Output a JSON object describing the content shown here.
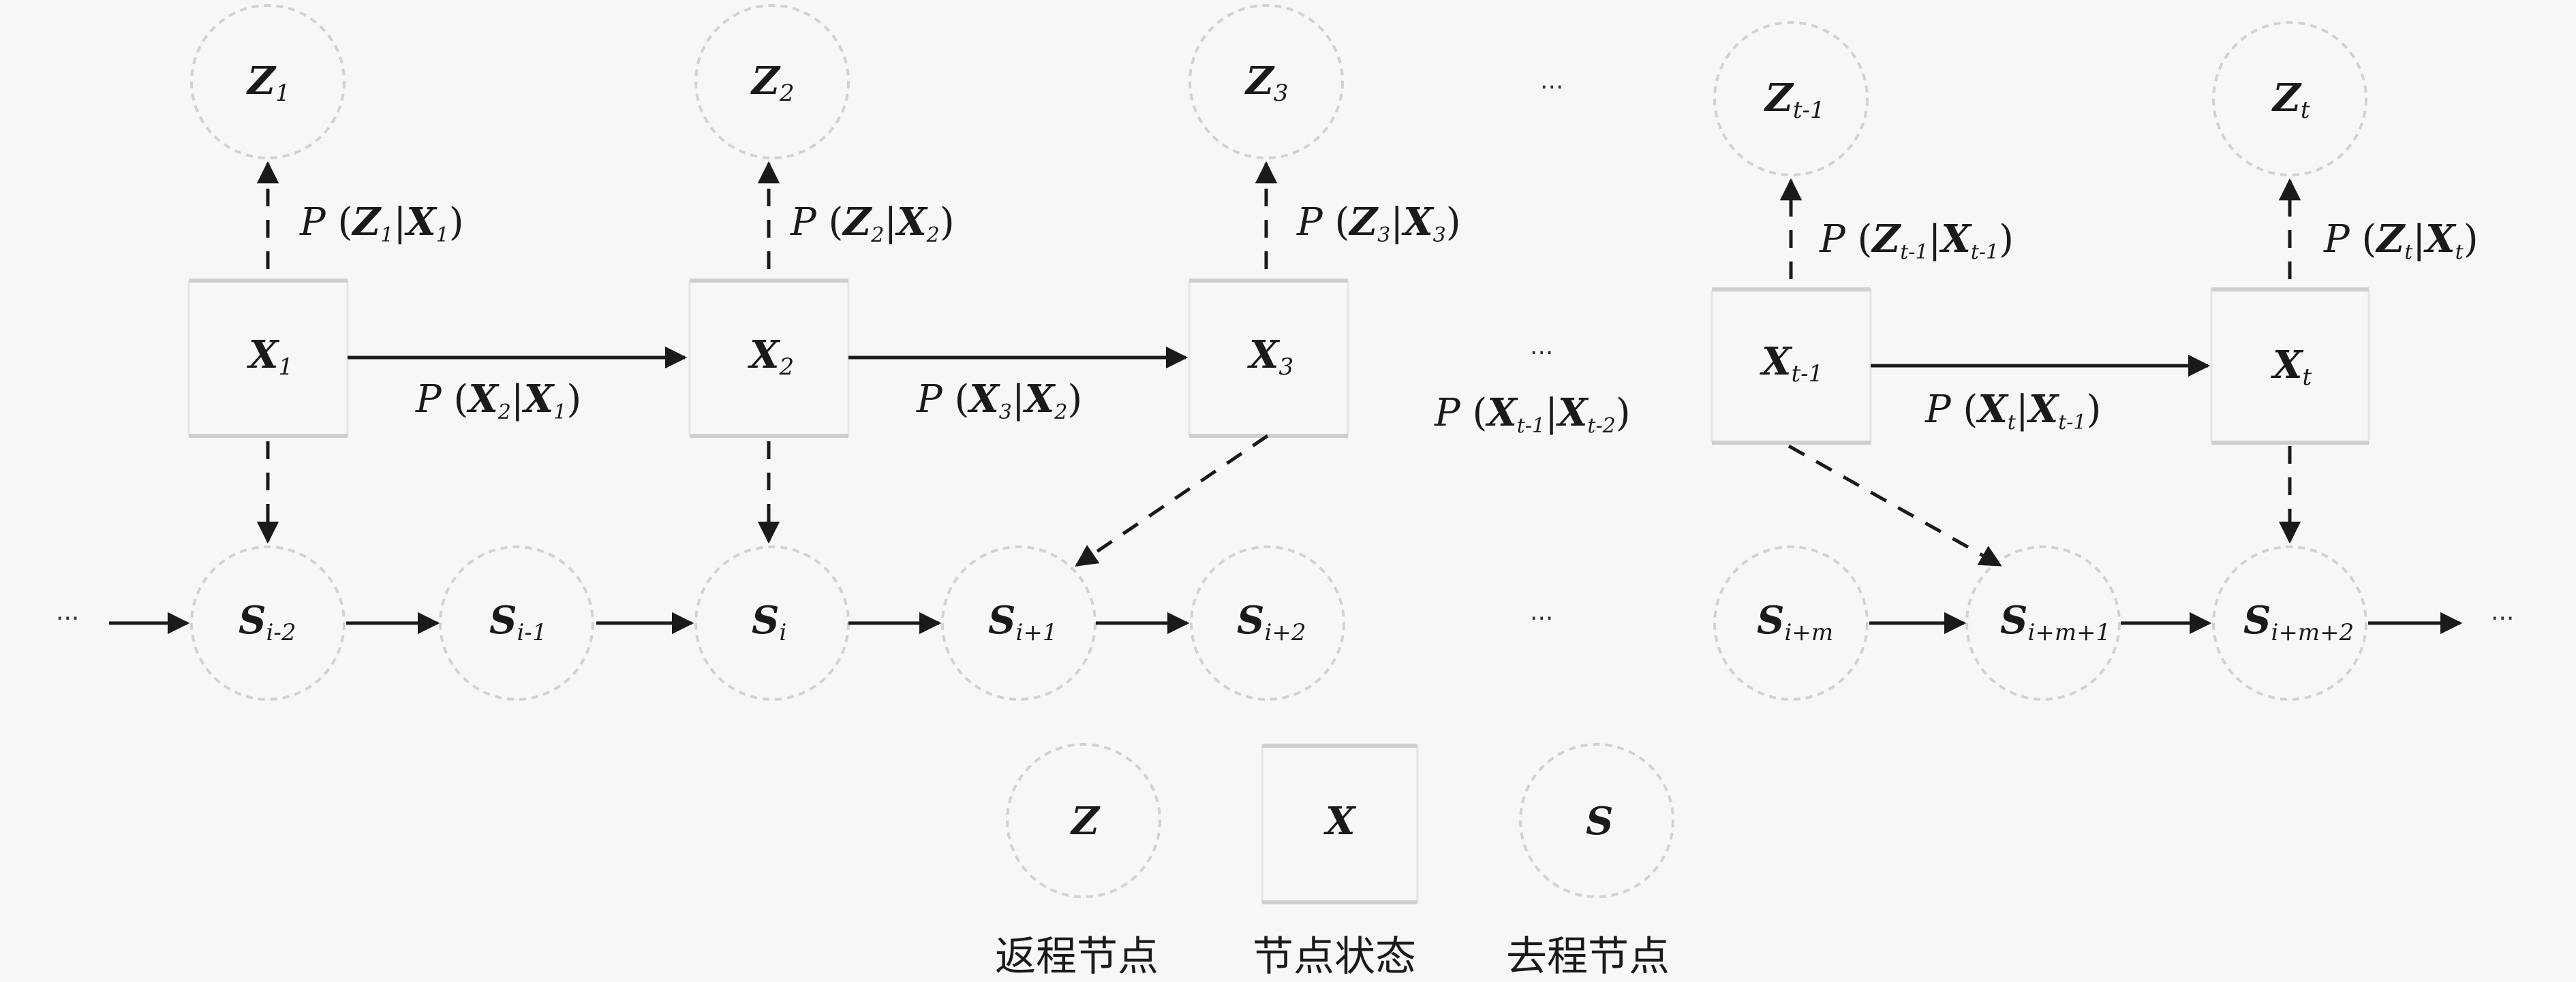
{
  "return_nodes": [
    {
      "sym": "Z",
      "sub": "1"
    },
    {
      "sym": "Z",
      "sub": "2"
    },
    {
      "sym": "Z",
      "sub": "3"
    },
    {
      "sym": "Z",
      "sub": "t-1"
    },
    {
      "sym": "Z",
      "sub": "t"
    }
  ],
  "state_nodes": [
    {
      "sym": "X",
      "sub": "1"
    },
    {
      "sym": "X",
      "sub": "2"
    },
    {
      "sym": "X",
      "sub": "3"
    },
    {
      "sym": "X",
      "sub": "t-1"
    },
    {
      "sym": "X",
      "sub": "t"
    }
  ],
  "go_nodes": [
    {
      "sym": "S",
      "sub": "i-2"
    },
    {
      "sym": "S",
      "sub": "i-1"
    },
    {
      "sym": "S",
      "sub": "i"
    },
    {
      "sym": "S",
      "sub": "i+1"
    },
    {
      "sym": "S",
      "sub": "i+2"
    },
    {
      "sym": "S",
      "sub": "i+m"
    },
    {
      "sym": "S",
      "sub": "i+m+1"
    },
    {
      "sym": "S",
      "sub": "i+m+2"
    }
  ],
  "emission_labels": [
    {
      "p": "P",
      "a": "Z",
      "as": "1",
      "b": "X",
      "bs": "1"
    },
    {
      "p": "P",
      "a": "Z",
      "as": "2",
      "b": "X",
      "bs": "2"
    },
    {
      "p": "P",
      "a": "Z",
      "as": "3",
      "b": "X",
      "bs": "3"
    },
    {
      "p": "P",
      "a": "Z",
      "as": "t-1",
      "b": "X",
      "bs": "t-1"
    },
    {
      "p": "P",
      "a": "Z",
      "as": "t",
      "b": "X",
      "bs": "t"
    }
  ],
  "transition_labels": [
    {
      "p": "P",
      "a": "X",
      "as": "2",
      "b": "X",
      "bs": "1"
    },
    {
      "p": "P",
      "a": "X",
      "as": "3",
      "b": "X",
      "bs": "2"
    },
    {
      "p": "P",
      "a": "X",
      "as": "t-1",
      "b": "X",
      "bs": "t-2"
    },
    {
      "p": "P",
      "a": "X",
      "as": "t",
      "b": "X",
      "bs": "t-1"
    }
  ],
  "ellipsis": "···",
  "legend": [
    {
      "sym": "Z",
      "label": "返程节点"
    },
    {
      "sym": "X",
      "label": "节点状态"
    },
    {
      "sym": "S",
      "label": "去程节点"
    }
  ]
}
